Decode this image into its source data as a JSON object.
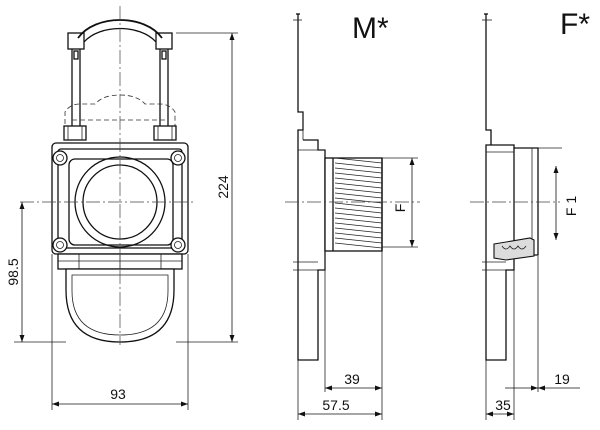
{
  "front_view": {
    "height_dim": "224",
    "center_height_dim": "98.5",
    "width_dim": "93"
  },
  "male_view": {
    "variant_label": "M*",
    "thread_label": "F",
    "thread_length_dim": "39",
    "overall_depth_dim": "57.5"
  },
  "female_view": {
    "variant_label": "F*",
    "socket_label": "F 1",
    "socket_depth_dim": "19",
    "overall_depth_dim": "35"
  }
}
